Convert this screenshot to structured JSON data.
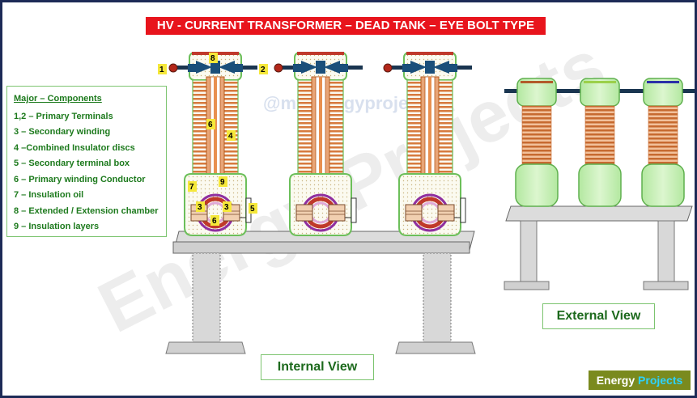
{
  "title": "HV - CURRENT TRANSFORMER – DEAD TANK – EYE BOLT TYPE",
  "legend": {
    "heading": "Major – Components",
    "items": [
      "1,2 – Primary Terminals",
      "3 – Secondary winding",
      "4 –Combined Insulator discs",
      "5 – Secondary terminal box",
      "6 – Primary  winding Conductor",
      "7 – Insulation oil",
      "8 – Extended / Extension chamber",
      "9 – Insulation layers"
    ]
  },
  "callouts": {
    "c1": "1",
    "c2": "2",
    "c8": "8",
    "c6a": "6",
    "c4": "4",
    "c7": "7",
    "c9": "9",
    "c3a": "3",
    "c3b": "3",
    "c6b": "6",
    "c5": "5"
  },
  "labels": {
    "internal": "Internal View",
    "external": "External View"
  },
  "watermark": {
    "main": "Energy Projects",
    "handle": "@myenergyprojects"
  },
  "brand": {
    "part1": "Energy",
    "part2": "Projects"
  },
  "colors": {
    "title_bg": "#e8141c",
    "legend_text": "#1d7a1d",
    "insulator_green": "#c8efb6",
    "copper": "#e08a50",
    "primary_conductor": "#1a4f7a",
    "frame": "#1d2b57"
  }
}
